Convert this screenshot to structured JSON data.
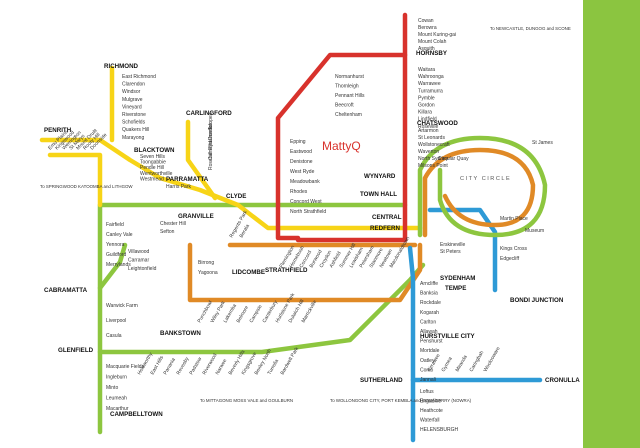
{
  "map": {
    "background": "#ffffff",
    "side_band_color": "#8bc540",
    "watermark": "MattyQ",
    "city_circle_label": "CITY CIRCLE",
    "lines": {
      "north_shore": "#d8322c",
      "main_west": "#f7d417",
      "east_hills": "#8dc63f",
      "bankstown": "#e08a26",
      "illawarra": "#2e9ad6",
      "city_circle": "#8dc63f"
    },
    "notes": {
      "newcastle": "To NEWCASTLE, DUNGOG and SCONE",
      "springwood": "To SPRINGWOOD KATOOMBA and LITHGOW",
      "mittagong": "To MITTAGONG MOSS VALE and GOULBURN",
      "wollongong": "To WOLLONGONG CITY, PORT KEMBLA and BOMADERRY (NOWRA)"
    },
    "majors": {
      "hornsby": "HORNSBY",
      "richmond": "RICHMOND",
      "carlingford": "CARLINGFORD",
      "chatswood": "CHATSWOOD",
      "blacktown": "BLACKTOWN",
      "parramatta": "PARRAMATTA",
      "penrith": "PENRITH",
      "clyde": "CLYDE",
      "granville": "GRANVILLE",
      "wynyard": "WYNYARD",
      "town_hall": "TOWN HALL",
      "central": "CENTRAL",
      "redfern": "REDFERN",
      "lidcombe": "LIDCOMBE",
      "strathfield": "STRATHFIELD",
      "cabramatta": "CABRAMATTA",
      "bankstown": "BANKSTOWN",
      "sydenham": "SYDENHAM",
      "tempe": "TEMPE",
      "hurstville": "HURSTVILLE CITY",
      "bondi": "BONDI JUNCTION",
      "glenfield": "GLENFIELD",
      "sutherland": "SUTHERLAND",
      "cronulla": "CRONULLA",
      "campbelltown": "CAMPBELLTOWN"
    },
    "stations": {
      "north_top": [
        "Cowan",
        "Berowra",
        "Mount Kuring-gai",
        "Mount Colah",
        "Asquith"
      ],
      "north_shore": [
        "Waitara",
        "Wahroonga",
        "Warrawee",
        "Turramurra",
        "Pymble",
        "Gordon",
        "Killara",
        "Lindfield",
        "Roseville"
      ],
      "north_shore_lower": [
        "Artarmon",
        "St Leonards",
        "Wollstonecraft",
        "Waverton",
        "North Sydney",
        "Milsons Point"
      ],
      "northern": [
        "Normanhurst",
        "Thornleigh",
        "Pennant Hills",
        "Beecroft",
        "Cheltenham"
      ],
      "epping": [
        "Epping",
        "Eastwood",
        "Denistone",
        "West Ryde",
        "Meadowbank",
        "Rhodes",
        "Concord West",
        "North Strathfield"
      ],
      "richmond": [
        "East Richmond",
        "Clarendon",
        "Windsor",
        "Mulgrave",
        "Vineyard",
        "Riverstone",
        "Schofields",
        "Quakers Hill",
        "Marayong"
      ],
      "west": [
        "Seven Hills",
        "Toongabbie",
        "Pendle Hill",
        "Wentworthville",
        "Westmead"
      ],
      "harris_park": "Harris Park",
      "carlingford": [
        "Telopea",
        "Dundas",
        "Rydalmere",
        "Camellia",
        "Rosehill"
      ],
      "penrith_diag": [
        "Emu Plains",
        "Kingswood",
        "Werrington",
        "St Marys",
        "Mount Druitt",
        "Rooty Hill",
        "Doonside"
      ],
      "chester": [
        "Chester Hill",
        "Sefton"
      ],
      "regents": [
        "Regents Park",
        "Berala"
      ],
      "birrong": [
        "Birrong",
        "Yagoona"
      ],
      "south_west": [
        "Villawood",
        "Carramar",
        "Leightonfield"
      ],
      "cabramatta_left": [
        "Fairfield",
        "Canley Vale",
        "Yennora",
        "Guildford",
        "Merrylands"
      ],
      "liverpool": [
        "Warwick Farm",
        "Liverpool",
        "Casula"
      ],
      "campbelltown": [
        "Macquarie Fields",
        "Ingleburn",
        "Minto",
        "Leumeah",
        "Macarthur"
      ],
      "inner_west": [
        "Flemington",
        "Homebush",
        "Concord",
        "Burwood",
        "Croydon",
        "Ashfield",
        "Summer Hill",
        "Lewisham",
        "Petersham",
        "Stanmore",
        "Newtown",
        "Macdonaldtown"
      ],
      "bankstown_line": [
        "Punchbowl",
        "Wiley Park",
        "Lakemba",
        "Belmore",
        "Campsie",
        "Canterbury",
        "Hurlstone Park",
        "Dulwich Hill",
        "Marrickville"
      ],
      "east_hills_line": [
        "Holsworthy",
        "East Hills",
        "Panania",
        "Revesby",
        "Padstow",
        "Riverwood",
        "Narwee",
        "Beverly Hills",
        "Kingsgrove",
        "Bexley North",
        "Turrella",
        "Bardwell Park"
      ],
      "inner_south": [
        "Erskineville",
        "St Peters"
      ],
      "illawarra": [
        "Arncliffe",
        "Banksia",
        "Rockdale",
        "Kogarah",
        "Carlton",
        "Allawah",
        "Penshurst",
        "Mortdale",
        "Oatley",
        "Como",
        "Jannali"
      ],
      "cronulla": [
        "Kirrawee",
        "Gymea",
        "Miranda",
        "Caringbah",
        "Woolooware"
      ],
      "south": [
        "Loftus",
        "Engadine",
        "Heathcote",
        "Waterfall",
        "HELENSBURGH"
      ],
      "eastern": [
        "Martin Place",
        "Kings Cross",
        "Edgecliff",
        "Museum",
        "St James",
        "Circular Quay"
      ]
    }
  }
}
